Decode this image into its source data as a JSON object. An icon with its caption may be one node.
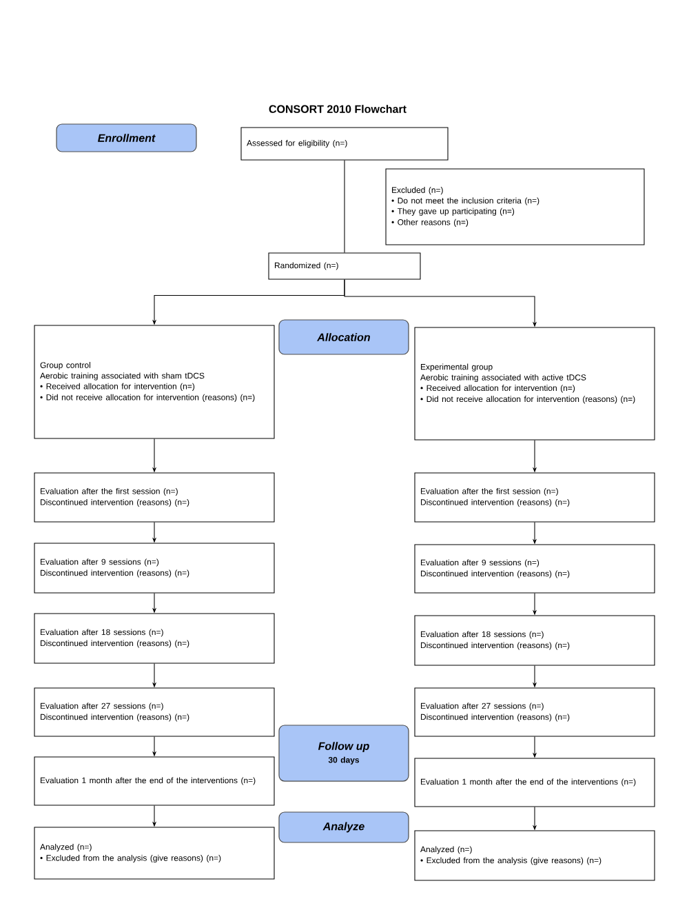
{
  "diagram": {
    "title": "CONSORT 2010 Flowchart",
    "nodes": [
      {
        "text": [
          "Enrollment"
        ]
      },
      {
        "text": [
          "Assessed for eligibility (n=)"
        ]
      },
      {
        "text": [
          "Excluded (n=)",
          "• Do not meet the inclusion criteria (n=)",
          "• They gave up participating (n=)",
          "• Other reasons (n=)"
        ]
      },
      {
        "text": [
          "Randomized (n=)"
        ]
      },
      {
        "text": [
          "Allocation"
        ]
      },
      {
        "text": [
          "Group control",
          "Aerobic training associated with sham tDCS",
          "• Received allocation for intervention (n=)",
          "• Did not receive allocation for intervention (reasons) (n=)"
        ]
      },
      {
        "text": [
          "Experimental group",
          "Aerobic training associated with active tDCS",
          "• Received allocation for intervention (n=)",
          "• Did not receive allocation for intervention (reasons) (n=)"
        ]
      },
      {
        "text": [
          "Evaluation after the first session (n=)",
          "Discontinued intervention (reasons) (n=)"
        ]
      },
      {
        "text": [
          "Evaluation after the first session (n=)",
          "Discontinued intervention (reasons) (n=)"
        ]
      },
      {
        "text": [
          "Evaluation after 9 sessions (n=)",
          "Discontinued intervention (reasons) (n=)"
        ]
      },
      {
        "text": [
          "Evaluation after 9 sessions (n=)",
          "Discontinued intervention (reasons) (n=)"
        ]
      },
      {
        "text": [
          "Evaluation after 18 sessions (n=)",
          "Discontinued intervention (reasons) (n=)"
        ]
      },
      {
        "text": [
          "Evaluation after 18 sessions (n=)",
          "Discontinued intervention (reasons) (n=)"
        ]
      },
      {
        "text": [
          "Evaluation after 27 sessions (n=)",
          "Discontinued intervention (reasons) (n=)"
        ]
      },
      {
        "text": [
          "Evaluation after 27 sessions (n=)",
          "Discontinued intervention (reasons) (n=)"
        ]
      },
      {
        "text": [
          "Follow up",
          "30 days"
        ]
      },
      {
        "text": [
          "Evaluation 1 month after the end of the interventions (n=)"
        ]
      },
      {
        "text": [
          "Evaluation 1 month after the end of the interventions (n=)"
        ]
      },
      {
        "text": [
          "Analyze"
        ]
      },
      {
        "text": [
          "Analyzed (n=)",
          "• Excluded from the analysis (give reasons) (n=)"
        ]
      },
      {
        "text": [
          "Analyzed (n=)",
          "• Excluded from the analysis (give reasons) (n=)"
        ]
      }
    ],
    "edges": [
      {
        "from": 1,
        "to": 3,
        "arrow": "none"
      },
      {
        "from": 3,
        "to": 5,
        "arrow": "to"
      },
      {
        "from": 3,
        "to": 6,
        "arrow": "to"
      },
      {
        "from": 5,
        "to": 7,
        "arrow": "to"
      },
      {
        "from": 6,
        "to": 8,
        "arrow": "to"
      },
      {
        "from": 7,
        "to": 9,
        "arrow": "to"
      },
      {
        "from": 8,
        "to": 10,
        "arrow": "to"
      },
      {
        "from": 9,
        "to": 11,
        "arrow": "to"
      },
      {
        "from": 10,
        "to": 12,
        "arrow": "to"
      },
      {
        "from": 11,
        "to": 13,
        "arrow": "to"
      },
      {
        "from": 12,
        "to": 14,
        "arrow": "to"
      },
      {
        "from": 13,
        "to": 16,
        "arrow": "to"
      },
      {
        "from": 14,
        "to": 17,
        "arrow": "to"
      },
      {
        "from": 16,
        "to": 19,
        "arrow": "to"
      },
      {
        "from": 17,
        "to": 20,
        "arrow": "to"
      }
    ]
  }
}
